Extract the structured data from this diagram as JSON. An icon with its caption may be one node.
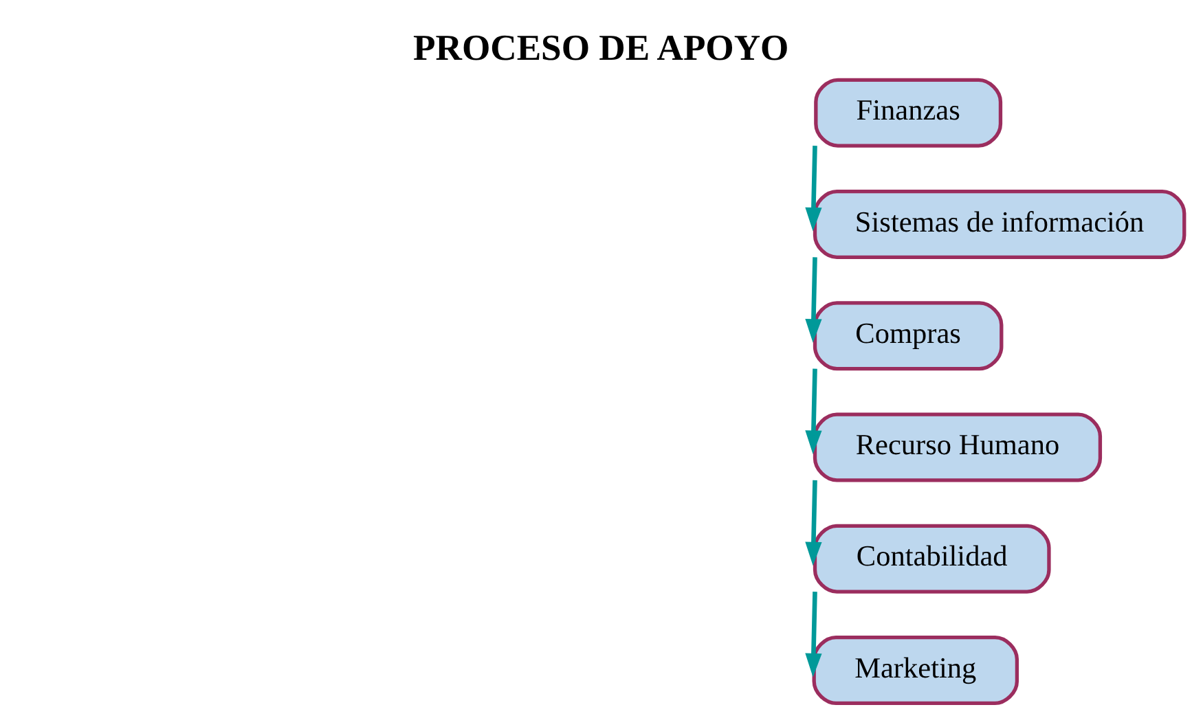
{
  "diagram": {
    "title": "PROCESO DE APOYO",
    "nodes": [
      {
        "text": [
          "Finanzas"
        ]
      },
      {
        "text": [
          "Sistemas de información"
        ]
      },
      {
        "text": [
          "Compras"
        ]
      },
      {
        "text": [
          "Recurso Humano"
        ]
      },
      {
        "text": [
          "Contabilidad"
        ]
      },
      {
        "text": [
          "Marketing"
        ]
      }
    ],
    "edges": [
      {
        "from": 0,
        "to": 1,
        "arrow": "to"
      },
      {
        "from": 1,
        "to": 2,
        "arrow": "to"
      },
      {
        "from": 2,
        "to": 3,
        "arrow": "to"
      },
      {
        "from": 3,
        "to": 4,
        "arrow": "to"
      },
      {
        "from": 4,
        "to": 5,
        "arrow": "to"
      }
    ]
  }
}
